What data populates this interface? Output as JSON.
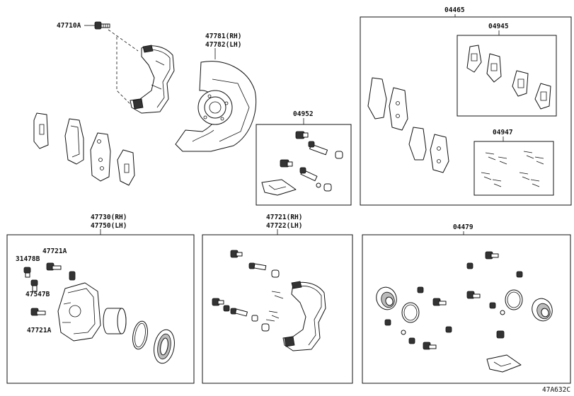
{
  "labels": {
    "p47710A": "47710A",
    "p47781": "47781(RH)",
    "p47782": "47782(LH)",
    "k04465": "04465",
    "k04945": "04945",
    "k04952": "04952",
    "k04947": "04947",
    "p47730": "47730(RH)",
    "p47750": "47750(LH)",
    "p47721": "47721(RH)",
    "p47722": "47722(LH)",
    "k04479": "04479",
    "p31478B": "31478B",
    "p47721A_top": "47721A",
    "p47547B": "47547B",
    "p47721A_bottom": "47721A",
    "diagram_code": "47A632C"
  }
}
